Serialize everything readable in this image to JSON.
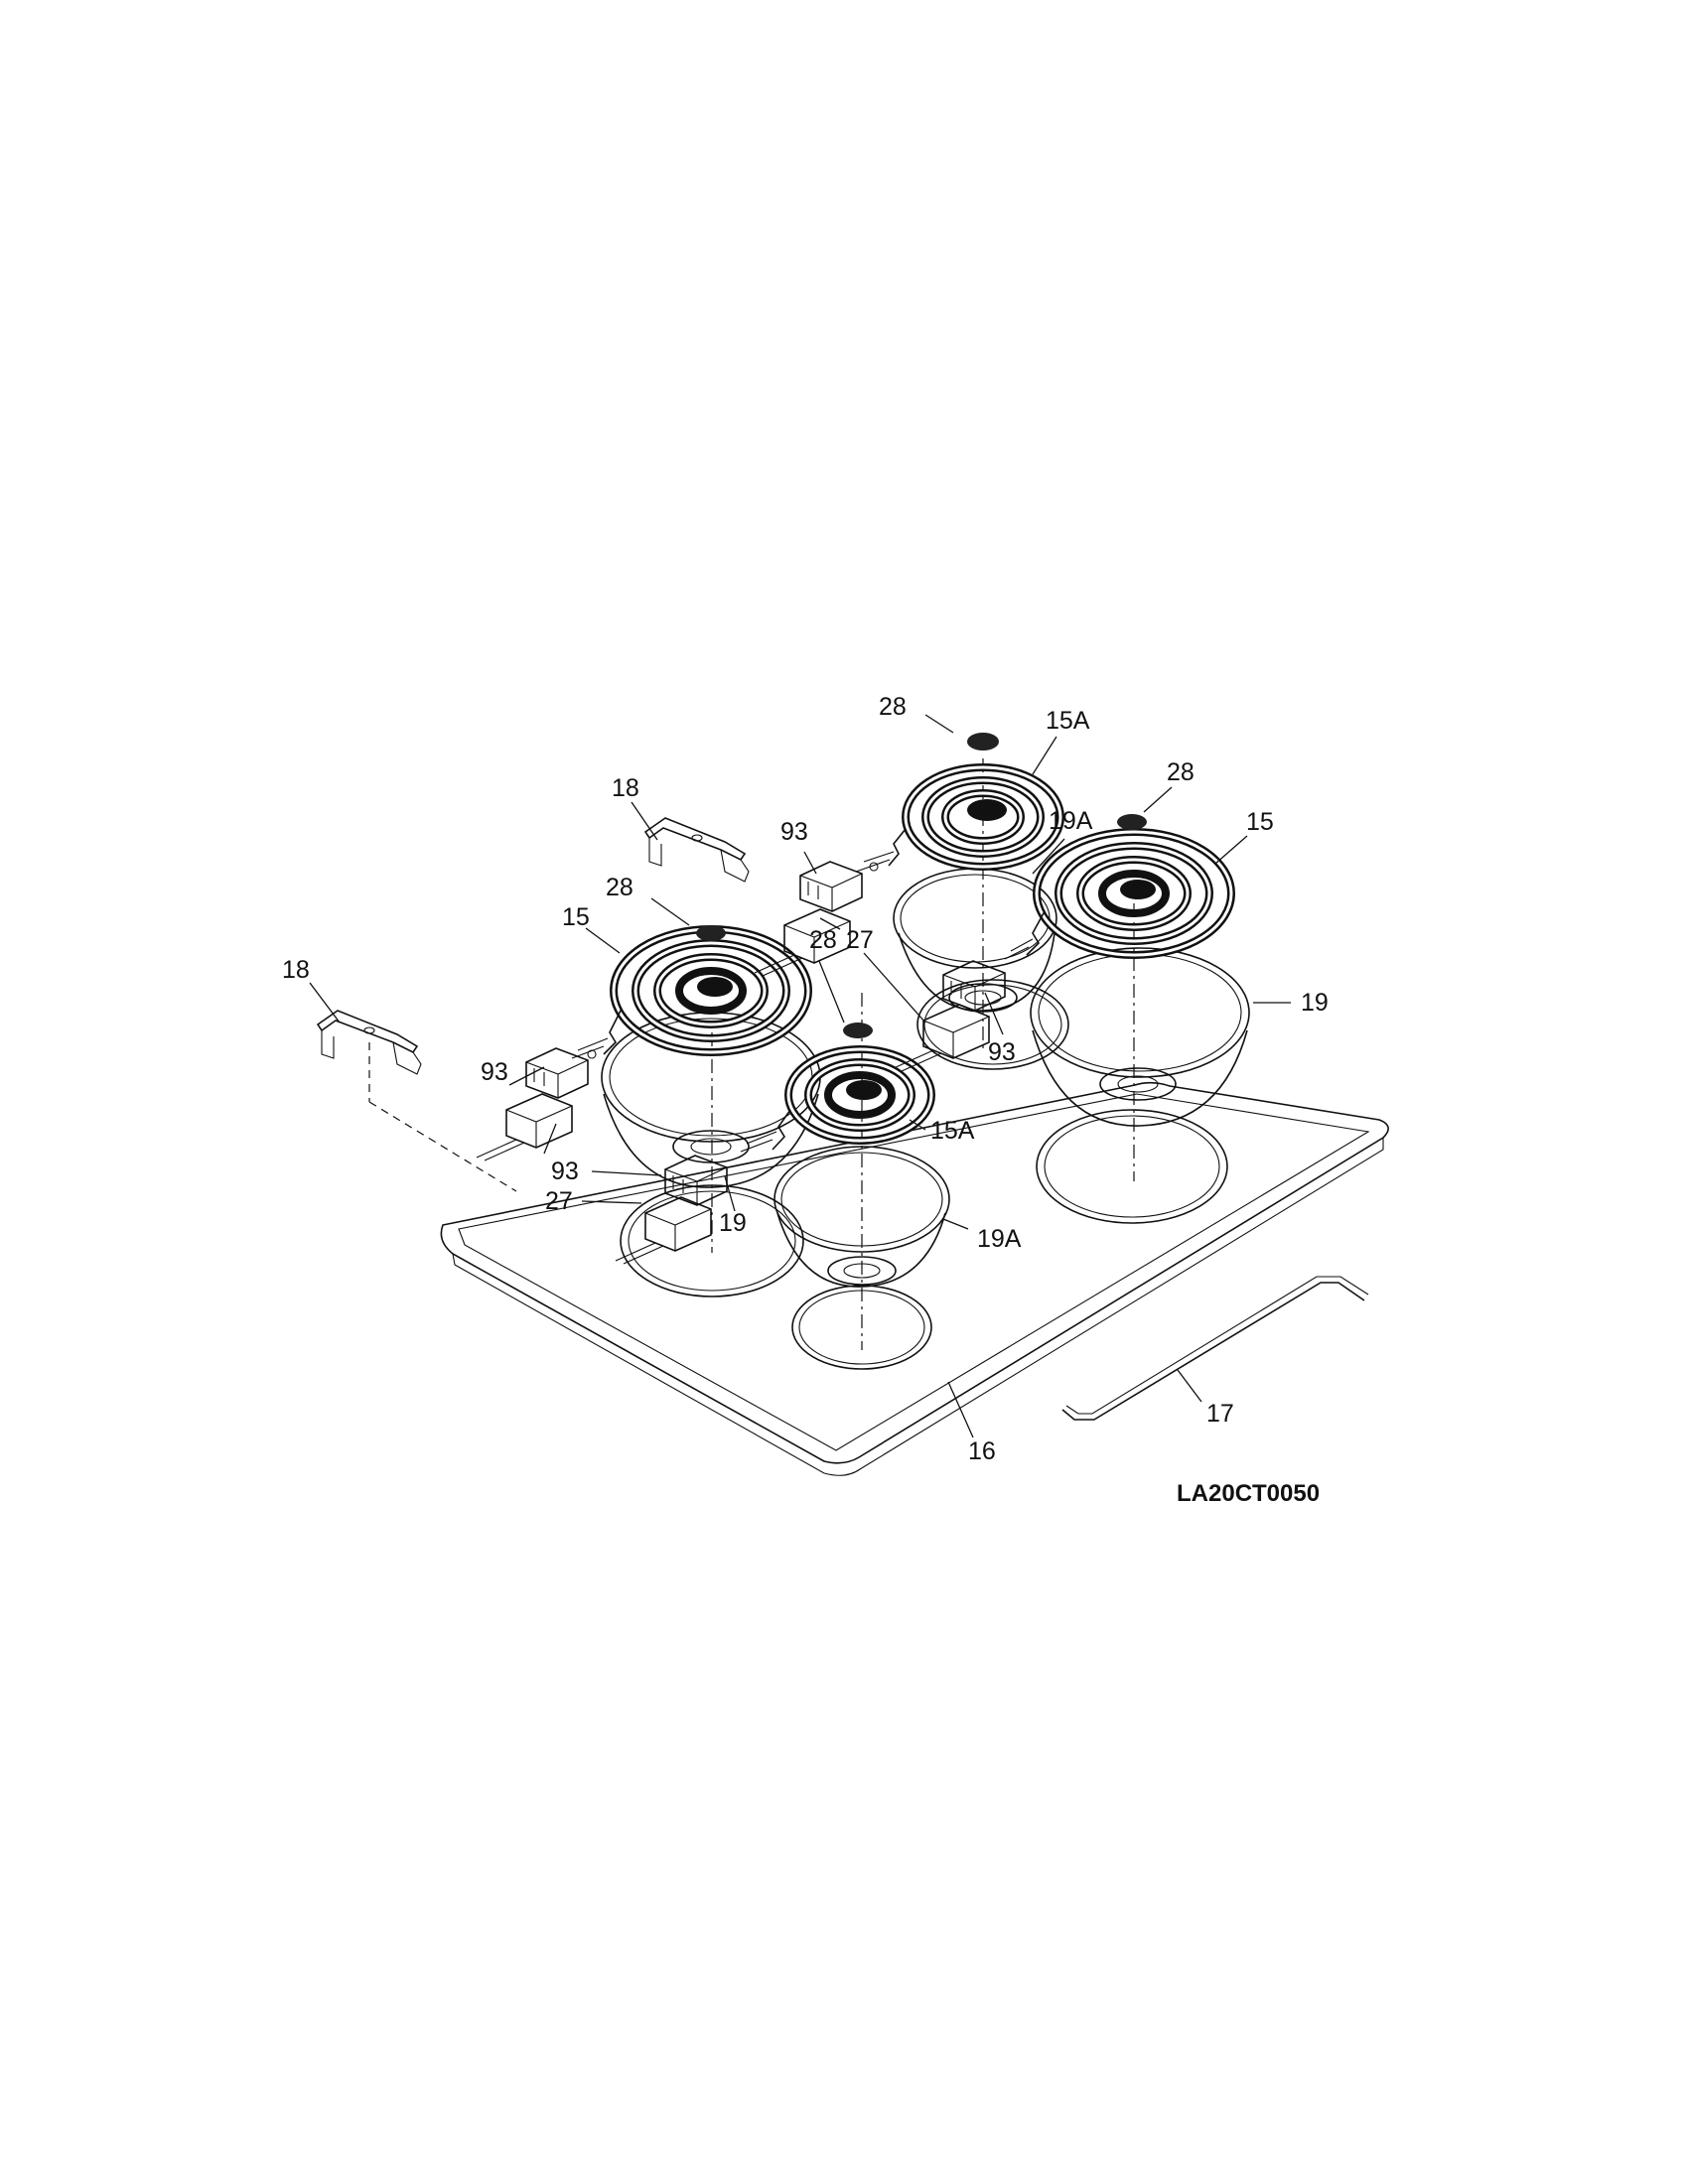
{
  "diagram": {
    "drawing_id": "LA20CT0050",
    "callouts": [
      {
        "key": "c28a",
        "label": "28"
      },
      {
        "key": "c15a_top",
        "label": "15A"
      },
      {
        "key": "c28b",
        "label": "28"
      },
      {
        "key": "c15_right",
        "label": "15"
      },
      {
        "key": "c18_top",
        "label": "18"
      },
      {
        "key": "c93_top",
        "label": "93"
      },
      {
        "key": "c19a_top",
        "label": "19A"
      },
      {
        "key": "c28c",
        "label": "28"
      },
      {
        "key": "c15_left",
        "label": "15"
      },
      {
        "key": "c27_mid",
        "label": "27"
      },
      {
        "key": "c28d",
        "label": "28"
      },
      {
        "key": "c18_left",
        "label": "18"
      },
      {
        "key": "c19_right",
        "label": "19"
      },
      {
        "key": "c93_left",
        "label": "93"
      },
      {
        "key": "c93_right",
        "label": "93"
      },
      {
        "key": "c15a_front",
        "label": "15A"
      },
      {
        "key": "c93_front",
        "label": "93"
      },
      {
        "key": "c27_front",
        "label": "27"
      },
      {
        "key": "c19_front",
        "label": "19"
      },
      {
        "key": "c19a_front",
        "label": "19A"
      },
      {
        "key": "c17",
        "label": "17"
      },
      {
        "key": "c16",
        "label": "16"
      }
    ]
  }
}
